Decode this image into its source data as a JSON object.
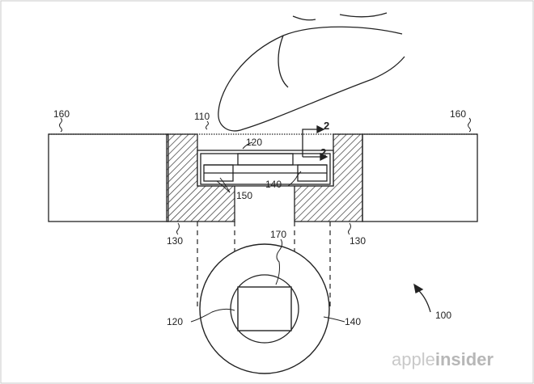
{
  "labels": {
    "ref_100": "100",
    "ref_110": "110",
    "ref_120_top": "120",
    "ref_120_bottom": "120",
    "ref_130_left": "130",
    "ref_130_right": "130",
    "ref_140_top": "140",
    "ref_140_bottom": "140",
    "ref_150": "150",
    "ref_160_left": "160",
    "ref_160_right": "160",
    "ref_170": "170",
    "section_2_upper": "2",
    "section_2_lower": "2"
  },
  "watermark": {
    "prefix": "apple",
    "suffix": "insider"
  }
}
